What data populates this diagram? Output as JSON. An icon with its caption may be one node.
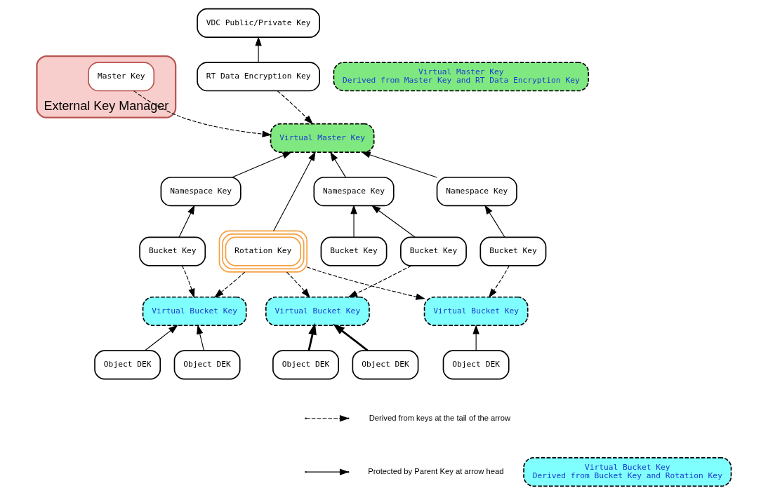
{
  "diagram": {
    "nodes": [
      {
        "text": [
          "External Key Manager"
        ]
      },
      {
        "text": [
          "Master Key"
        ],
        "in": 0
      },
      {
        "text": [
          "VDC Public/Private Key"
        ]
      },
      {
        "text": [
          "RT Data Encryption Key"
        ]
      },
      {
        "text": [
          "Virtual Master Key"
        ]
      },
      {
        "text": [
          "Namespace Key"
        ]
      },
      {
        "text": [
          "Namespace Key"
        ]
      },
      {
        "text": [
          "Namespace Key"
        ]
      },
      {
        "text": [
          "Rotation Key"
        ]
      },
      {
        "text": [
          "Bucket Key"
        ]
      },
      {
        "text": [
          "Bucket Key"
        ]
      },
      {
        "text": [
          "Bucket Key"
        ]
      },
      {
        "text": [
          "Bucket Key"
        ]
      },
      {
        "text": [
          "Virtual Bucket Key"
        ]
      },
      {
        "text": [
          "Virtual Bucket Key"
        ]
      },
      {
        "text": [
          "Virtual Bucket Key"
        ]
      },
      {
        "text": [
          "Object DEK"
        ]
      },
      {
        "text": [
          "Object DEK"
        ]
      },
      {
        "text": [
          "Object DEK"
        ]
      },
      {
        "text": [
          "Object DEK"
        ]
      },
      {
        "text": [
          "Object DEK"
        ]
      },
      {
        "text": [
          "Virtual Master Key",
          "Derived from Master Key and RT Data Encryption Key"
        ]
      },
      {
        "text": [
          "Virtual Bucket Key",
          "Derived from Bucket Key and Rotation Key"
        ]
      }
    ],
    "edges": [
      {
        "from": 1,
        "to": 4,
        "arrow": "to",
        "style": "dashed"
      },
      {
        "from": 3,
        "to": 4,
        "arrow": "to",
        "style": "dashed"
      },
      {
        "from": 3,
        "to": 2,
        "arrow": "to"
      },
      {
        "from": 5,
        "to": 4,
        "arrow": "to"
      },
      {
        "from": 6,
        "to": 4,
        "arrow": "to"
      },
      {
        "from": 7,
        "to": 4,
        "arrow": "to"
      },
      {
        "from": 8,
        "to": 4,
        "arrow": "to"
      },
      {
        "from": 9,
        "to": 5,
        "arrow": "to"
      },
      {
        "from": 10,
        "to": 5,
        "arrow": "to"
      },
      {
        "from": 11,
        "to": 6,
        "arrow": "to"
      },
      {
        "from": 12,
        "to": 7,
        "arrow": "to"
      },
      {
        "from": 9,
        "to": 13,
        "arrow": "to",
        "style": "dashed"
      },
      {
        "from": 11,
        "to": 14,
        "arrow": "to",
        "style": "dashed"
      },
      {
        "from": 12,
        "to": 15,
        "arrow": "to",
        "style": "dashed"
      },
      {
        "from": 8,
        "to": 15,
        "arrow": "to",
        "style": "dashed"
      },
      {
        "from": 8,
        "to": 14,
        "arrow": "to",
        "style": "dashed"
      },
      {
        "from": 8,
        "to": 13,
        "arrow": "to",
        "style": "dashed"
      },
      {
        "from": 16,
        "to": 13,
        "arrow": "to",
        "style": "thick"
      },
      {
        "from": 17,
        "to": 13,
        "arrow": "to",
        "style": "thick"
      },
      {
        "from": 18,
        "to": 14,
        "arrow": "to"
      },
      {
        "from": 19,
        "to": 15,
        "arrow": "to"
      },
      {
        "from": 20,
        "to": 15,
        "arrow": "to"
      }
    ],
    "legend": [
      {
        "text": "Derived from keys at the tail of the arrow"
      },
      {
        "text": "Protected by Parent Key at arrow head"
      }
    ]
  }
}
